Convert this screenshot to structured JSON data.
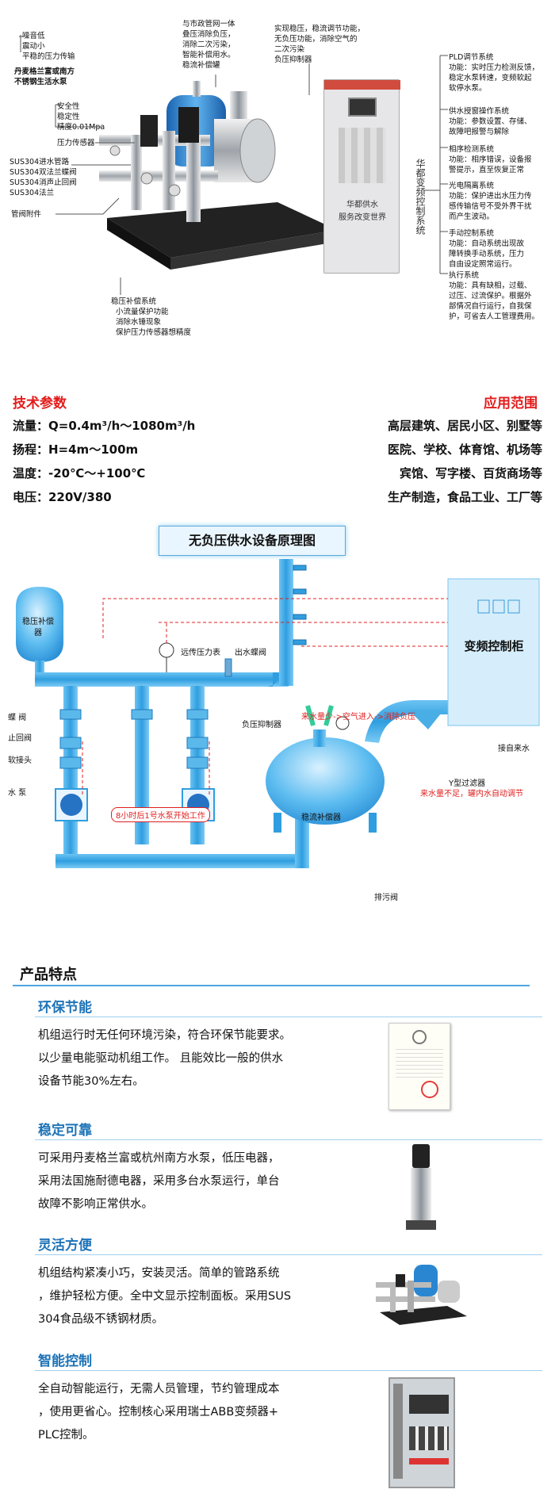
{
  "top_photo": {
    "left_notes": [
      {
        "lines": [
          "噪音低",
          "震动小",
          "平稳的压力传输"
        ]
      },
      {
        "lines": [
          "丹麦格兰富或南方",
          "不锈钢生活水泵"
        ],
        "bold": true
      },
      {
        "lines": [
          "安全性",
          "稳定性",
          "精度0.01Mpa"
        ]
      },
      {
        "lines": [
          "压力传感器"
        ]
      },
      {
        "lines": [
          "SUS304进水管路",
          "SUS304双法兰蝶阀",
          "SUS304消声止回阀",
          "SUS304法兰"
        ]
      },
      {
        "lines": [
          "管阀附件"
        ]
      }
    ],
    "top_notes": [
      {
        "lines": [
          "与市政管网一体",
          "叠压消除负压，",
          "消除二次污染，",
          "智能补偿用水。",
          "稳流补偿罐"
        ]
      },
      {
        "lines": [
          "实现稳压，稳流调节功能，",
          "无负压功能，消除空气的",
          "二次污染",
          "负压抑制器"
        ]
      }
    ],
    "bottom_note": {
      "lines": [
        "稳压补偿系统",
        "小流量保护功能",
        "消除水锤现象",
        "保护压力传感器想精度"
      ]
    },
    "cabinet_vertical_label": "华都变频控制系统",
    "cabinet_panel_lines": [
      "华都供水",
      "服务改变世界"
    ],
    "right_systems": [
      {
        "title": "PLD调节系统",
        "desc": [
          "功能：实时压力检测反馈，",
          "稳定水泵转速，变频软起",
          "软停水泵。"
        ]
      },
      {
        "title": "供水授窗操作系统",
        "desc": [
          "功能：参数设置、存储、",
          "故障吧报警与解除"
        ]
      },
      {
        "title": "相序检测系统",
        "desc": [
          "功能：相序错误，设备报",
          "警提示，直至恢复正常"
        ]
      },
      {
        "title": "光电隔离系统",
        "desc": [
          "功能：保护进出水压力传",
          "感传输信号不受外界干扰",
          "而产生波动。"
        ]
      },
      {
        "title": "手动控制系统",
        "desc": [
          "功能：自动系统出现故",
          "障转换手动系统，压力",
          "自由设定照常运行。"
        ]
      },
      {
        "title": "执行系统",
        "desc": [
          "功能：具有缺相，过载、",
          "过压、过流保护。根据外",
          "部情况自行运行，自我保",
          "护，可省去人工管理费用。"
        ]
      }
    ]
  },
  "tech": {
    "title": "技术参数",
    "items": [
      "流量：Q=0.4m³/h～1080m³/h",
      "扬程：H=4m～100m",
      "温度：-20℃～+100℃",
      "电压：220V/380"
    ]
  },
  "application": {
    "title": "应用范围",
    "items": [
      "高层建筑、居民小区、别墅等",
      "医院、学校、体育馆、机场等",
      "宾馆、写字楼、百货商场等",
      "生产制造，食品工业、工厂等"
    ]
  },
  "diagram": {
    "title": "无负压供水设备原理图",
    "tank_left": "稳压补偿器",
    "cabinet": "变频控制柜",
    "remote_gauge": "远传压力表",
    "outlet_valve": "出水蝶阀",
    "left_labels": [
      "蝶  阀",
      "止回阀",
      "软接头",
      "水  泵"
    ],
    "suppressor": "负压抑制器",
    "tank_main": "稳流补偿器",
    "red_flow_note": "来水量少->空气进入->消除负压",
    "inlet": "接自来水",
    "y_filter": "Y型过滤器",
    "red_tank_note": "来水量不足，罐内水自动调节",
    "pump_note": "8小时后1号水泵开始工作",
    "drain": "排污阀"
  },
  "features": {
    "title": "产品特点",
    "items": [
      {
        "heading": "环保节能",
        "lines": [
          "机组运行时无任何环境污染，符合环保节能要求。",
          "以少量电能驱动机组工作。 且能效比一般的供水",
          "设备节能30%左右。"
        ]
      },
      {
        "heading": "稳定可靠",
        "lines": [
          "可采用丹麦格兰富或杭州南方水泵，低压电器，",
          "采用法国施耐德电器，采用多台水泵运行，单台",
          "故障不影响正常供水。"
        ]
      },
      {
        "heading": "灵活方便",
        "lines": [
          "机组结构紧凑小巧，安装灵活。简单的管路系统",
          "，维护轻松方便。全中文显示控制面板。采用SUS",
          "304食品级不锈钢材质。"
        ]
      },
      {
        "heading": "智能控制",
        "lines": [
          "全自动智能运行，无需人员管理，节约管理成本",
          "，使用更省心。控制核心采用瑞士ABB变频器+",
          "PLC控制。"
        ]
      }
    ]
  }
}
